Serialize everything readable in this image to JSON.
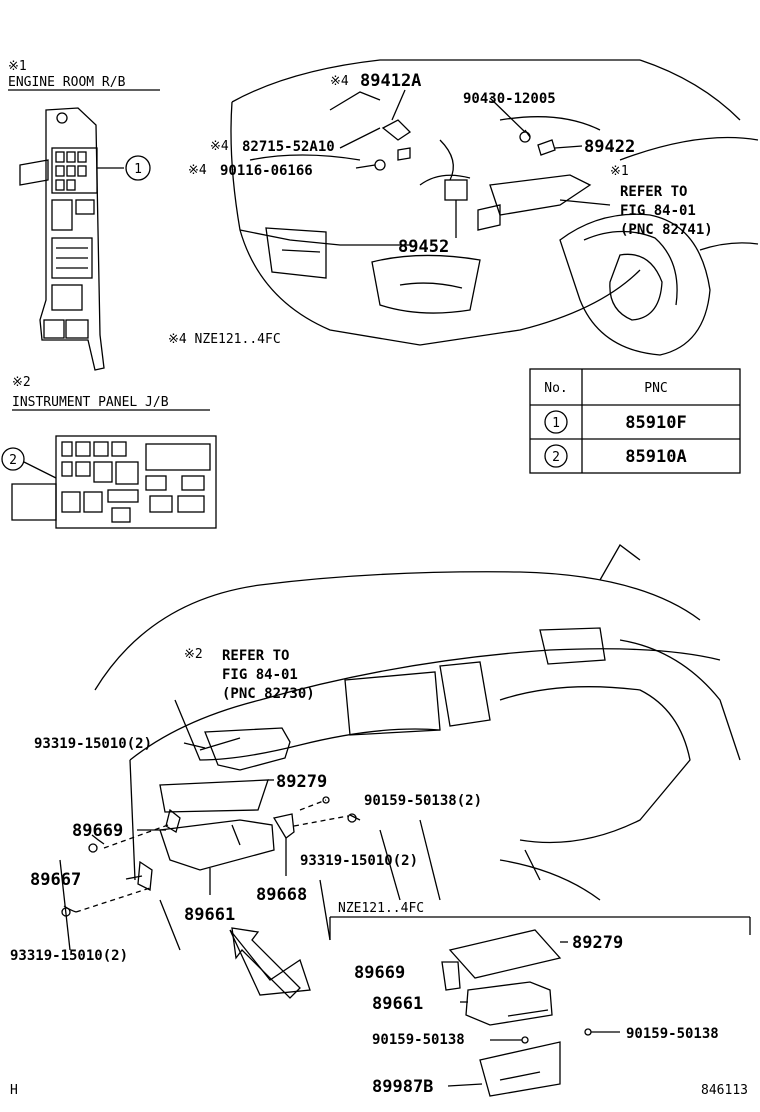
{
  "sections": {
    "engine_room": {
      "mark": "※1",
      "title": "ENGINE ROOM R/B"
    },
    "instrument_panel": {
      "mark": "※2",
      "title": "INSTRUMENT PANEL J/B"
    },
    "engine_variant_note": "※4 NZE121..4FC",
    "lower_variant_title": "NZE121..4FC"
  },
  "callouts": {
    "c1": "1",
    "c2": "2"
  },
  "table": {
    "header_no": "No.",
    "header_pnc": "PNC",
    "rows": [
      {
        "no": "1",
        "pnc": "85910F"
      },
      {
        "no": "2",
        "pnc": "85910A"
      }
    ]
  },
  "engine_parts": {
    "p89412A_mark": "※4",
    "p89412A": "89412A",
    "p90430": "90430-12005",
    "p82715_mark": "※4",
    "p82715": "82715-52A10",
    "p90116_mark": "※4",
    "p90116": "90116-06166",
    "p89422": "89422",
    "p89452": "89452",
    "ref1_mark": "※1",
    "ref1_line1": "REFER TO",
    "ref1_line2": "FIG 84-01",
    "ref1_line3": "(PNC 82741)"
  },
  "dash_parts": {
    "ref2_mark": "※2",
    "ref2_line1": "REFER TO",
    "ref2_line2": "FIG 84-01",
    "ref2_line3": "(PNC 82730)",
    "p93319_a": "93319-15010(2)",
    "p89279": "89279",
    "p90159_a": "90159-50138(2)",
    "p89669": "89669",
    "p93319_b": "93319-15010(2)",
    "p89667": "89667",
    "p89668": "89668",
    "p89661": "89661",
    "p93319_c": "93319-15010(2)"
  },
  "variant_parts": {
    "p89279": "89279",
    "p89669": "89669",
    "p89661": "89661",
    "p90159_left": "90159-50138",
    "p90159_right": "90159-50138",
    "p89987B": "89987B"
  },
  "footer": {
    "left": "H",
    "right": "846113"
  }
}
